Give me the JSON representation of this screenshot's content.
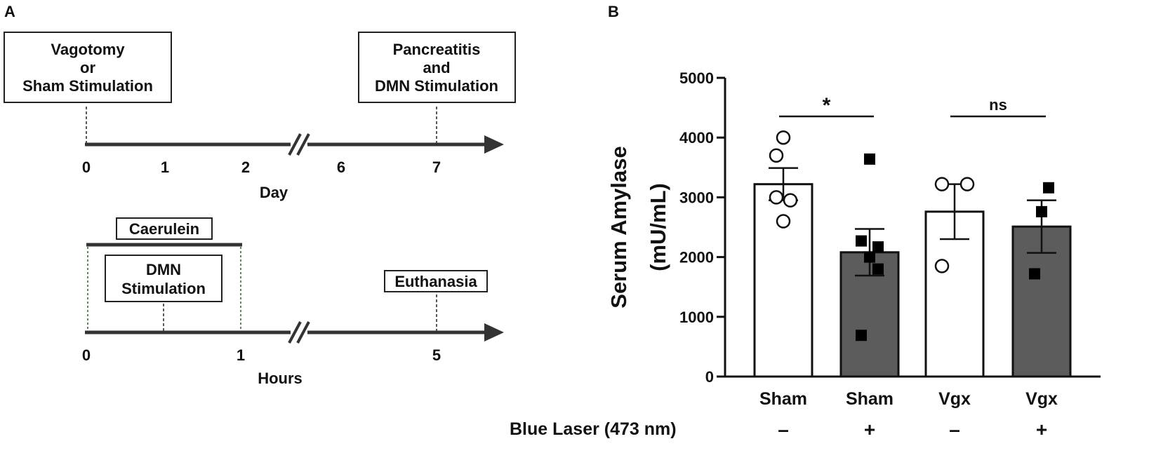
{
  "panel_a": {
    "label": "A",
    "timeline_days": {
      "start_box": [
        "Vagotomy",
        "or",
        "Sham Stimulation"
      ],
      "end_box": [
        "Pancreatitis",
        "and",
        "DMN Stimulation"
      ],
      "ticks": [
        "0",
        "1",
        "2",
        "6",
        "7"
      ],
      "axis_label": "Day"
    },
    "timeline_hours": {
      "caerulein_box": "Caerulein",
      "dmn_box": [
        "DMN",
        "Stimulation"
      ],
      "euthanasia_box": "Euthanasia",
      "ticks": [
        "0",
        "1",
        "5"
      ],
      "axis_label": "Hours"
    }
  },
  "panel_b": {
    "label": "B",
    "laser_label": "Blue  Laser (473 nm)"
  },
  "chart_data": {
    "type": "bar",
    "ylabel_line1": "Serum Amylase",
    "ylabel_line2": "(mU/mL)",
    "ylim": [
      0,
      5000
    ],
    "yticks": [
      0,
      1000,
      2000,
      3000,
      4000,
      5000
    ],
    "categories": [
      "Sham",
      "Sham",
      "Vgx",
      "Vgx"
    ],
    "laser": [
      "–",
      "+",
      "–",
      "+"
    ],
    "bar_colors": [
      "#ffffff",
      "#5c5c5c",
      "#ffffff",
      "#5c5c5c"
    ],
    "values": [
      3220,
      2080,
      2760,
      2510
    ],
    "sem": [
      270,
      390,
      460,
      440
    ],
    "points": [
      [
        4000,
        3700,
        3000,
        2950,
        2600
      ],
      [
        3640,
        2270,
        2170,
        2000,
        1800,
        690
      ],
      [
        3220,
        3220,
        1850
      ],
      [
        3160,
        2760,
        1720
      ]
    ],
    "markers": [
      "circle",
      "square",
      "circle",
      "square"
    ],
    "significance": [
      {
        "from": 0,
        "to": 1,
        "label": "*"
      },
      {
        "from": 2,
        "to": 3,
        "label": "ns"
      }
    ]
  }
}
